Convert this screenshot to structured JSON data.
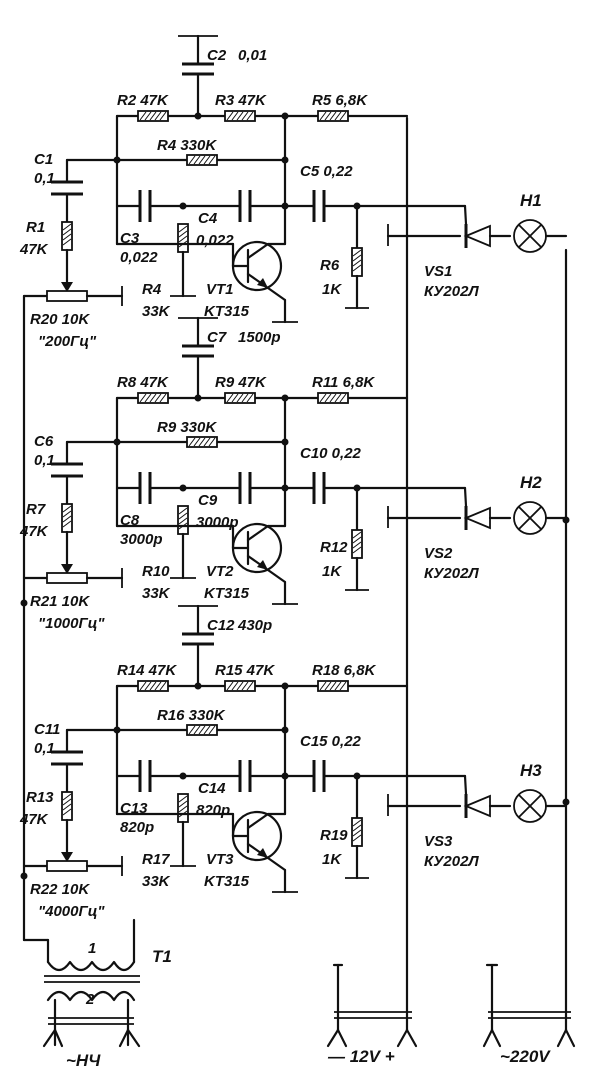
{
  "channels": [
    {
      "c2": "C2",
      "c2v": "0,01",
      "r2": "R2 47K",
      "r3": "R3 47K",
      "r5": "R5 6,8K",
      "c1": "C1",
      "c1v": "0,1",
      "r4": "R4 330K",
      "c5": "C5 0,22",
      "r1": "R1",
      "r1v": "47K",
      "c3": "C3",
      "c3v": "0,022",
      "c4": "C4",
      "c4v": "0,022",
      "r6": "R6",
      "r6v": "1K",
      "vs": "VS1",
      "vsv": "КУ202Л",
      "h": "H1",
      "r_b": "R4",
      "r_bv": "33K",
      "vt": "VT1",
      "vtv": "KT315",
      "r_pot": "R20 10K",
      "freq": "\"200Гц\""
    },
    {
      "c2": "C7",
      "c2v": "1500p",
      "r2": "R8 47K",
      "r3": "R9 47K",
      "r5": "R11 6,8K",
      "c1": "C6",
      "c1v": "0,1",
      "r4": "R9 330K",
      "c5": "C10 0,22",
      "r1": "R7",
      "r1v": "47K",
      "c3": "C8",
      "c3v": "3000p",
      "c4": "C9",
      "c4v": "3000p",
      "r6": "R12",
      "r6v": "1K",
      "vs": "VS2",
      "vsv": "КУ202Л",
      "h": "H2",
      "r_b": "R10",
      "r_bv": "33K",
      "vt": "VT2",
      "vtv": "KT315",
      "r_pot": "R21 10K",
      "freq": "\"1000Гц\""
    },
    {
      "c2": "C12",
      "c2v": "430p",
      "r2": "R14 47K",
      "r3": "R15 47K",
      "r5": "R18 6,8K",
      "c1": "C11",
      "c1v": "0,1",
      "r4": "R16 330K",
      "c5": "C15 0,22",
      "r1": "R13",
      "r1v": "47K",
      "c3": "C13",
      "c3v": "820p",
      "c4": "C14",
      "c4v": "820p",
      "r6": "R19",
      "r6v": "1K",
      "vs": "VS3",
      "vsv": "КУ202Л",
      "h": "H3",
      "r_b": "R17",
      "r_bv": "33K",
      "vt": "VT3",
      "vtv": "KT315",
      "r_pot": "R22 10K",
      "freq": "\"4000Гц\""
    }
  ],
  "transformer": {
    "name": "T1",
    "w1": "1",
    "w2": "2",
    "input": "~НЧ"
  },
  "supply": {
    "low": "— 12V +",
    "mains": "~220V"
  }
}
